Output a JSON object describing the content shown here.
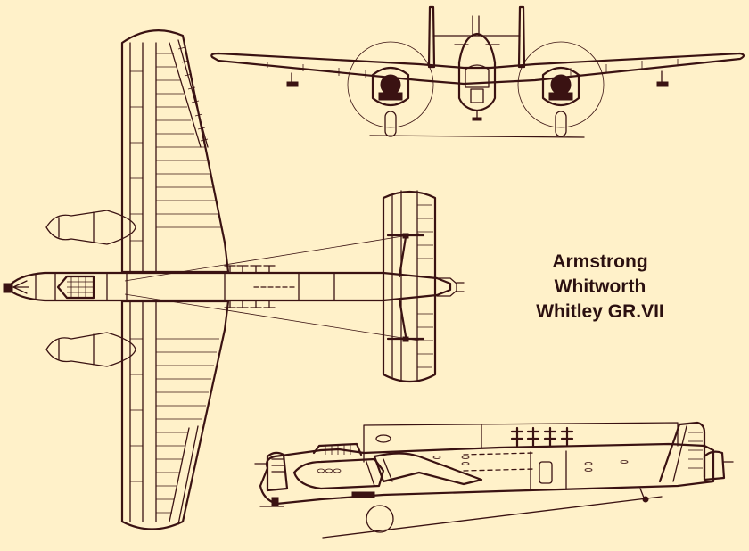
{
  "title": {
    "line1": "Armstrong",
    "line2": "Whitworth",
    "line3": "Whitley GR.VII"
  },
  "colors": {
    "background": "#FFF1C9",
    "ink": "#3A1212"
  },
  "views": [
    {
      "name": "front-view",
      "label": ""
    },
    {
      "name": "plan-view",
      "label": ""
    },
    {
      "name": "side-view",
      "label": ""
    }
  ]
}
